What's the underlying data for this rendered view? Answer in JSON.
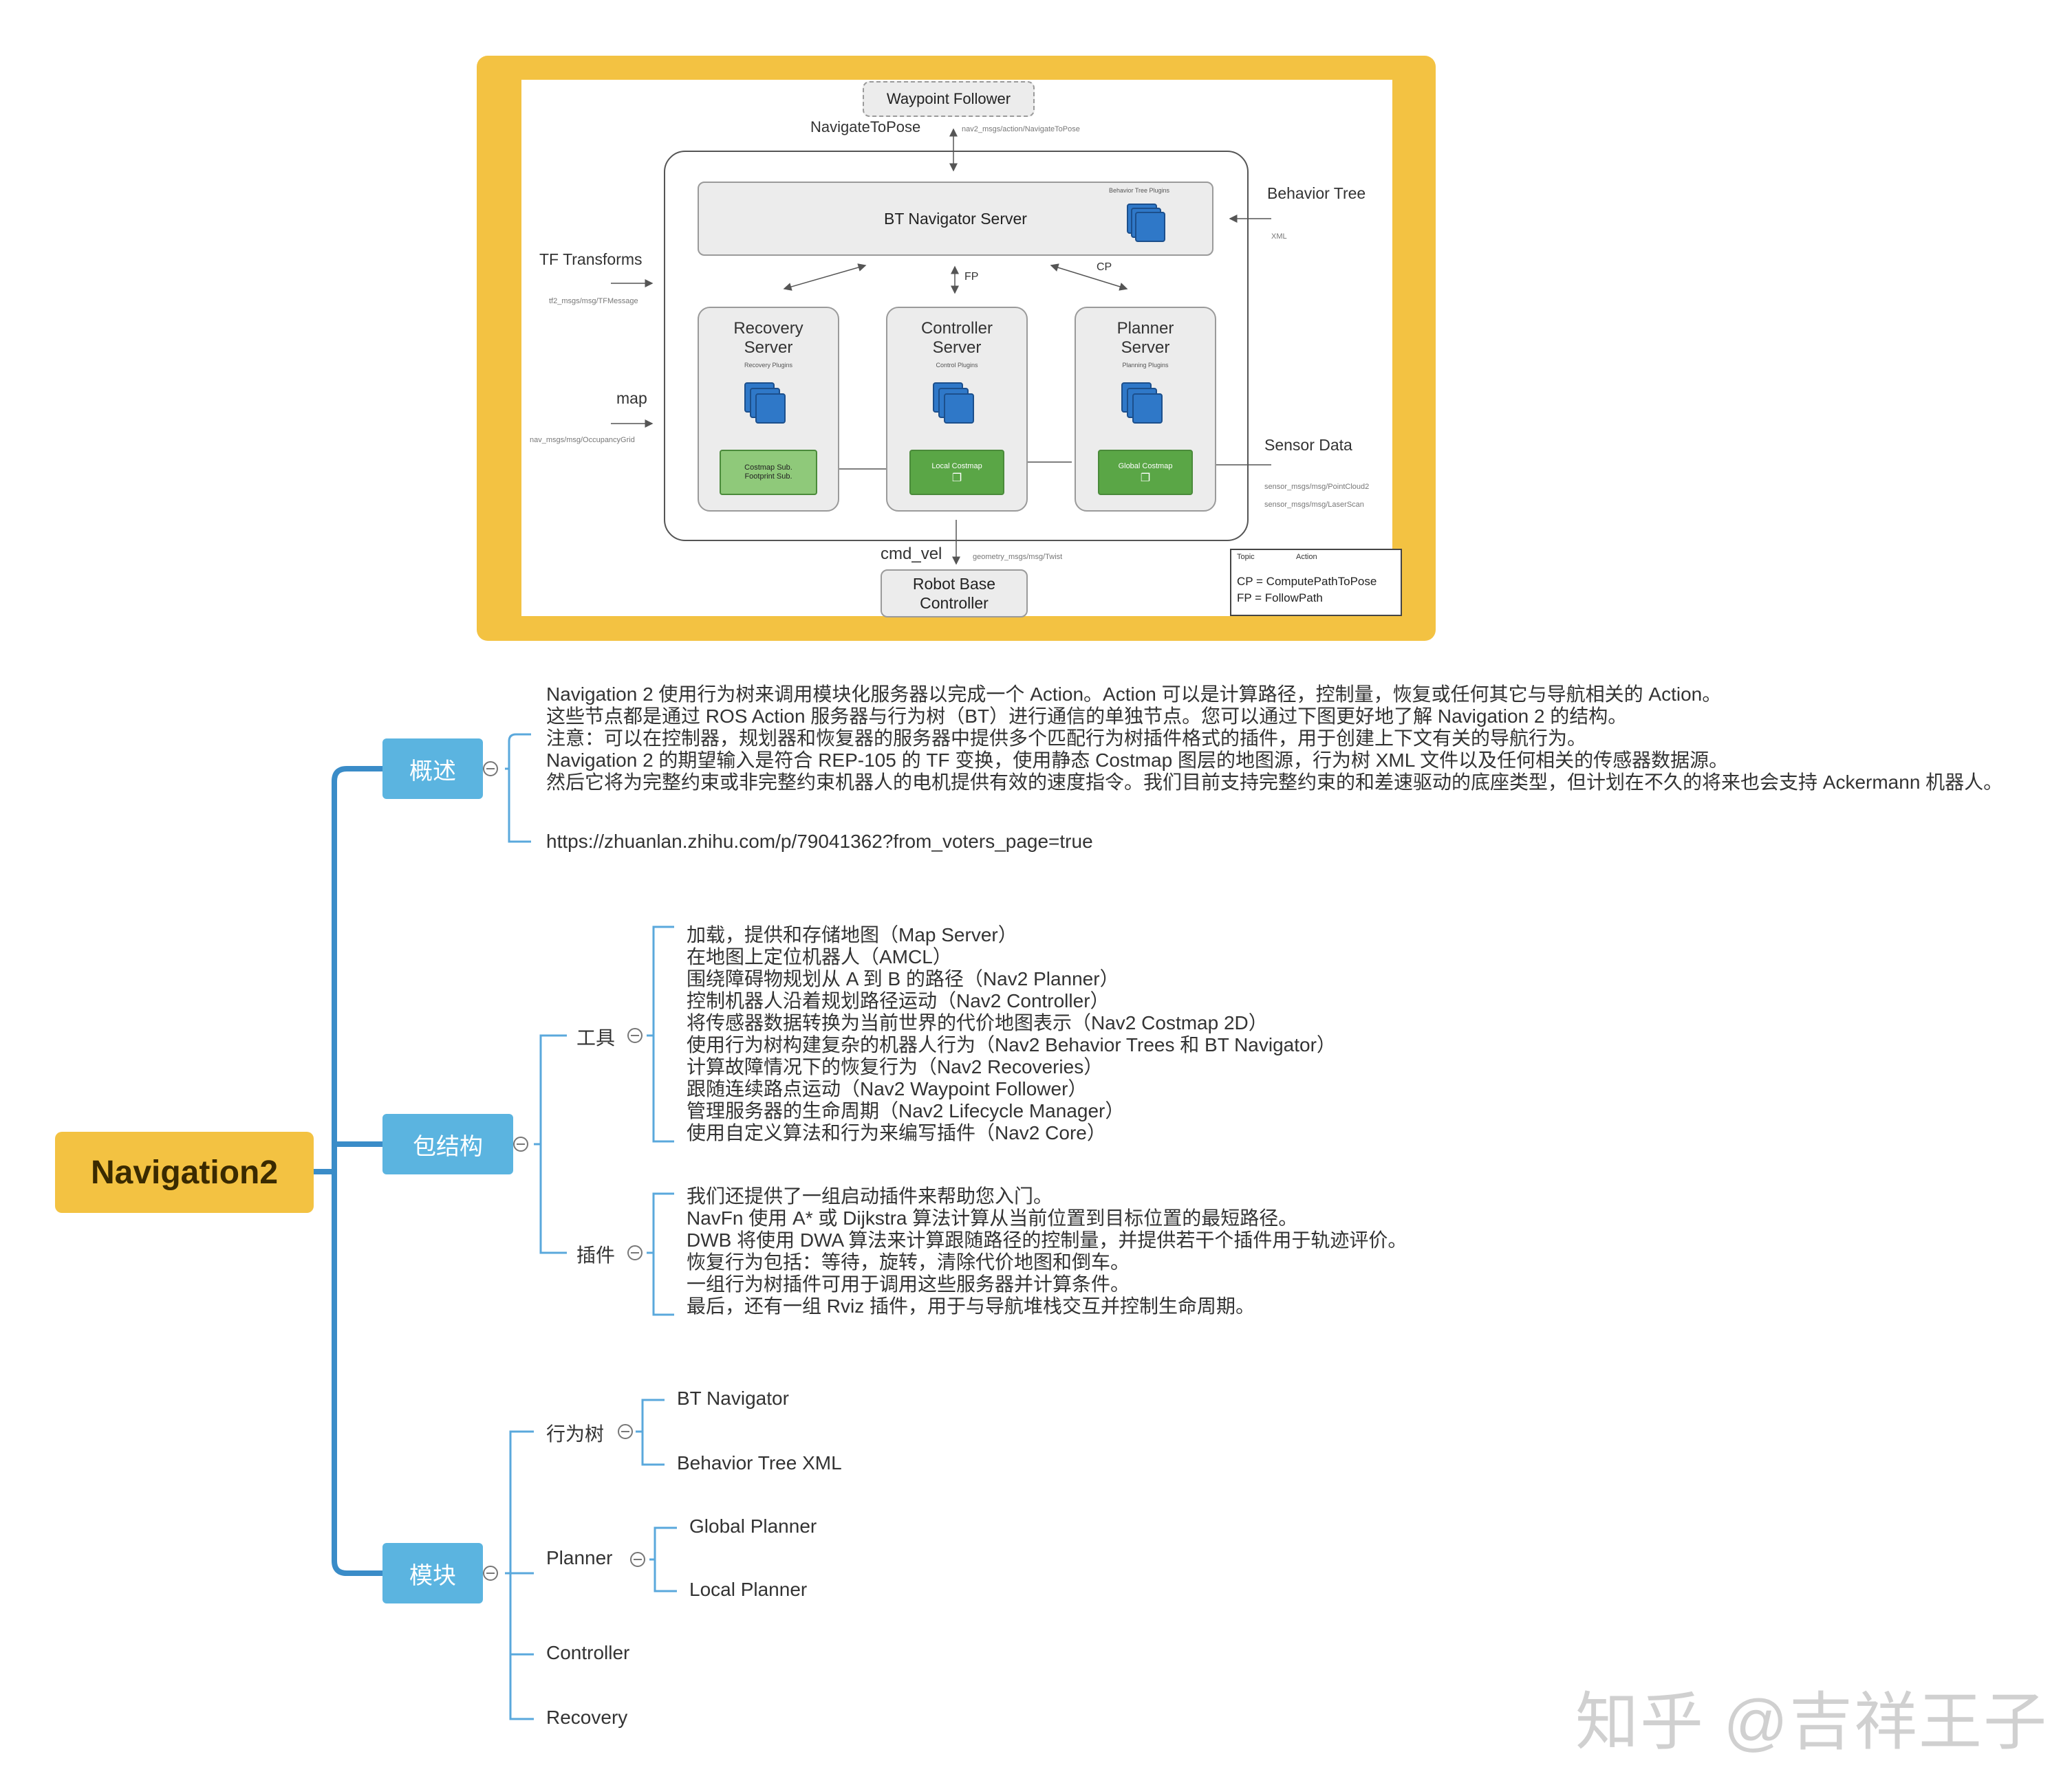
{
  "diagram": {
    "waypoint_follower": "Waypoint Follower",
    "navigate_to_pose": "NavigateToPose",
    "navigate_to_pose_msg": "nav2_msgs/action/NavigateToPose",
    "bt_navigator_server": "BT Navigator Server",
    "behavior_tree_plugins": "Behavior Tree Plugins",
    "behavior_tree": "Behavior Tree",
    "xml": "XML",
    "tf_transforms": "TF Transforms",
    "tf_msg": "tf2_msgs/msg/TFMessage",
    "map": "map",
    "map_msg": "nav_msgs/msg/OccupancyGrid",
    "fp": "FP",
    "cp": "CP",
    "recovery_server": "Recovery\nServer",
    "recovery_plugins": "Recovery Plugins",
    "controller_server": "Controller\nServer",
    "control_plugins": "Control Plugins",
    "planner_server": "Planner\nServer",
    "planning_plugins": "Planning Plugins",
    "costmap_sub": "Costmap Sub.\nFootprint Sub.",
    "local_costmap": "Local Costmap",
    "global_costmap": "Global Costmap",
    "sensor_data": "Sensor Data",
    "sensor_msg1": "sensor_msgs/msg/PointCloud2",
    "sensor_msg2": "sensor_msgs/msg/LaserScan",
    "cmd_vel": "cmd_vel",
    "cmd_vel_msg": "geometry_msgs/msg/Twist",
    "robot_base": "Robot Base\nController",
    "legend_topic": "Topic",
    "legend_action": "Action",
    "legend_cp": "CP = ComputePathToPose",
    "legend_fp": "FP = FollowPath"
  },
  "mindmap": {
    "root": "Navigation2",
    "overview": {
      "label": "概述",
      "text": "Navigation 2 使用行为树来调用模块化服务器以完成一个 Action。Action 可以是计算路径，控制量，恢复或任何其它与导航相关的 Action。\n这些节点都是通过 ROS Action 服务器与行为树（BT）进行通信的单独节点。您可以通过下图更好地了解 Navigation 2 的结构。\n注意：可以在控制器，规划器和恢复器的服务器中提供多个匹配行为树插件格式的插件，用于创建上下文有关的导航行为。\nNavigation 2 的期望输入是符合 REP-105 的 TF 变换，使用静态 Costmap 图层的地图源，行为树 XML 文件以及任何相关的传感器数据源。\n然后它将为完整约束或非完整约束机器人的电机提供有效的速度指令。我们目前支持完整约束的和差速驱动的底座类型，但计划在不久的将来也会支持 Ackermann 机器人。",
      "link": "https://zhuanlan.zhihu.com/p/79041362?from_voters_page=true"
    },
    "structure": {
      "label": "包结构",
      "tools": {
        "label": "工具",
        "text": "加载，提供和存储地图（Map Server）\n在地图上定位机器人（AMCL）\n围绕障碍物规划从 A 到 B 的路径（Nav2 Planner）\n控制机器人沿着规划路径运动（Nav2 Controller）\n将传感器数据转换为当前世界的代价地图表示（Nav2 Costmap 2D）\n使用行为树构建复杂的机器人行为（Nav2 Behavior Trees 和 BT Navigator）\n计算故障情况下的恢复行为（Nav2 Recoveries）\n跟随连续路点运动（Nav2 Waypoint Follower）\n管理服务器的生命周期（Nav2 Lifecycle Manager）\n使用自定义算法和行为来编写插件（Nav2 Core）"
      },
      "plugins": {
        "label": "插件",
        "text": "我们还提供了一组启动插件来帮助您入门。\nNavFn 使用 A* 或 Dijkstra 算法计算从当前位置到目标位置的最短路径。\nDWB 将使用 DWA 算法来计算跟随路径的控制量，并提供若干个插件用于轨迹评价。\n恢复行为包括：等待，旋转，清除代价地图和倒车。\n一组行为树插件可用于调用这些服务器并计算条件。\n最后，还有一组 Rviz 插件，用于与导航堆栈交互并控制生命周期。"
      }
    },
    "modules": {
      "label": "模块",
      "behavior_tree": {
        "label": "行为树",
        "children": [
          "BT  Navigator",
          "Behavior Tree  XML"
        ]
      },
      "planner": {
        "label": "Planner",
        "children": [
          "Global Planner",
          "Local Planner"
        ]
      },
      "controller": "Controller",
      "recovery": "Recovery"
    },
    "colors": {
      "root": "#f3c242",
      "branch": "#5bb4e0",
      "line": "#3a8cc8",
      "thin_line": "#5aa8dc"
    }
  },
  "watermark": "知乎 @吉祥王子"
}
